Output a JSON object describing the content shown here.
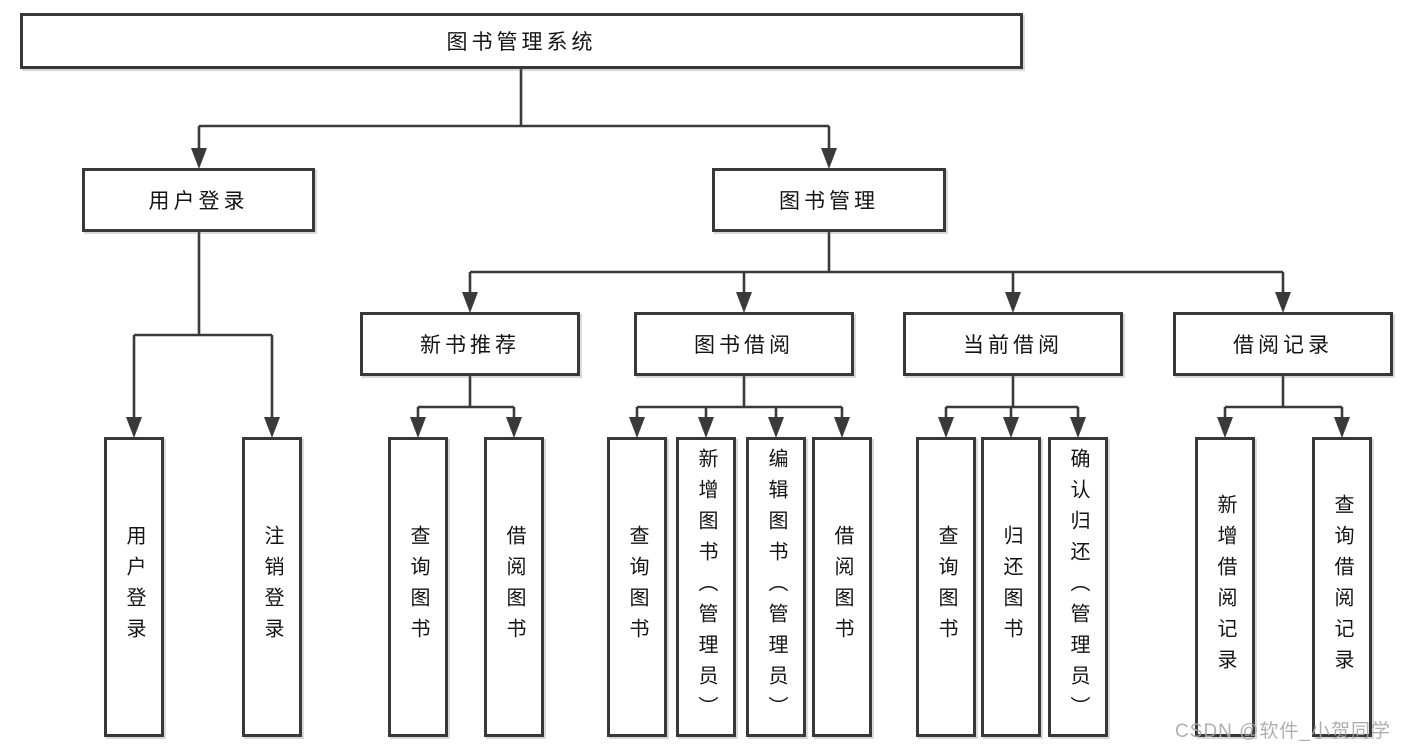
{
  "diagram": {
    "root": {
      "label": "图书管理系统"
    },
    "level2": [
      {
        "label": "用户登录"
      },
      {
        "label": "图书管理"
      }
    ],
    "level3": [
      {
        "label": "新书推荐"
      },
      {
        "label": "图书借阅"
      },
      {
        "label": "当前借阅"
      },
      {
        "label": "借阅记录"
      }
    ],
    "leaves": [
      {
        "label": "用户登录"
      },
      {
        "label": "注销登录"
      },
      {
        "label": "查询图书"
      },
      {
        "label": "借阅图书"
      },
      {
        "label": "查询图书"
      },
      {
        "label": "新增图书（管理员）"
      },
      {
        "label": "编辑图书（管理员）"
      },
      {
        "label": "借阅图书"
      },
      {
        "label": "查询图书"
      },
      {
        "label": "归还图书"
      },
      {
        "label": "确认归还（管理员）"
      },
      {
        "label": "新增借阅记录"
      },
      {
        "label": "查询借阅记录"
      }
    ],
    "watermark": "CSDN @软件_小贺同学",
    "colors": {
      "line": "#3a3a3a",
      "border": "#383838",
      "text": "#141414",
      "watermark": "#a8a8a8",
      "background": "#ffffff"
    }
  }
}
